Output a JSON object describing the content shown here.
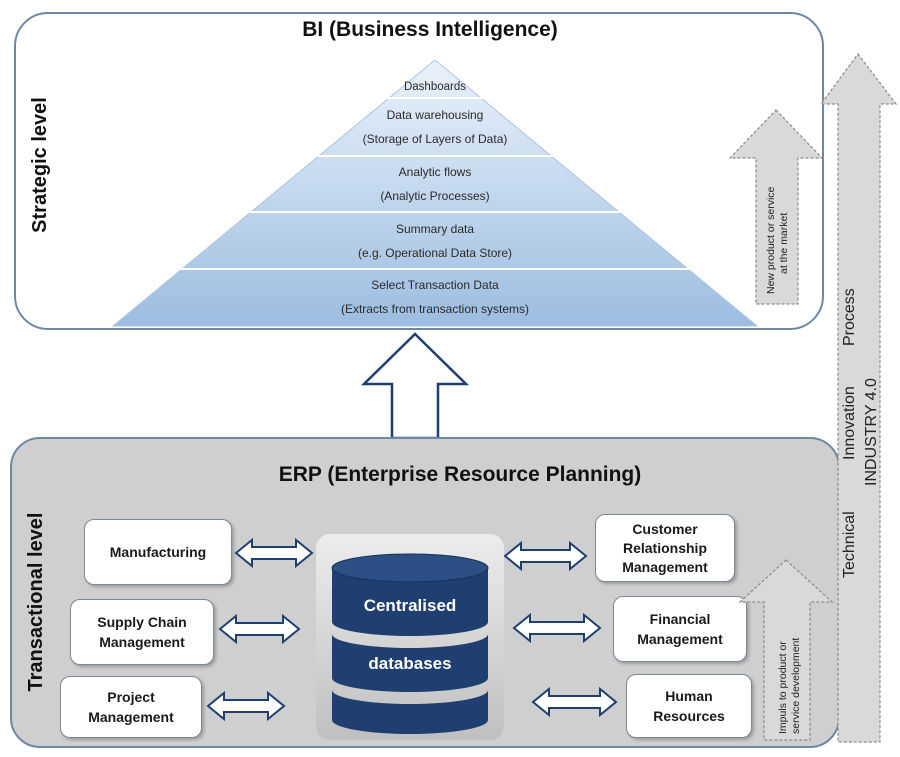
{
  "bi": {
    "title": "BI (Business Intelligence)",
    "level_label": "Strategic level",
    "pyramid": [
      {
        "line1": "Dashboards",
        "line2": ""
      },
      {
        "line1": "Data warehousing",
        "line2": "(Storage of Layers of Data)"
      },
      {
        "line1": "Analytic flows",
        "line2": "(Analytic Processes)"
      },
      {
        "line1": "Summary data",
        "line2": "(e.g. Operational Data Store)"
      },
      {
        "line1": "Select Transaction Data",
        "line2": "(Extracts from transaction systems)"
      }
    ],
    "side_arrow_line1": "New product or service",
    "side_arrow_line2": "at the market"
  },
  "erp": {
    "title": "ERP (Enterprise Resource Planning)",
    "level_label": "Transactional level",
    "database_line1": "Centralised",
    "database_line2": "databases",
    "left_boxes": [
      {
        "line1": "Manufacturing",
        "line2": ""
      },
      {
        "line1": "Supply Chain",
        "line2": "Management"
      },
      {
        "line1": "Project",
        "line2": "Management"
      }
    ],
    "right_boxes": [
      {
        "line1": "Customer",
        "line2": "Relationship",
        "line3": "Management"
      },
      {
        "line1": "Financial",
        "line2": "Management",
        "line3": ""
      },
      {
        "line1": "Human",
        "line2": "Resources",
        "line3": ""
      }
    ],
    "side_arrow_line1": "Impuls to product or",
    "side_arrow_line2": "service development"
  },
  "industry": {
    "words": [
      "Technical",
      "Innovation",
      "Process"
    ],
    "label": "INDUSTRY 4.0"
  },
  "colors": {
    "pyramid_light": "#d7e6f5",
    "pyramid_dark": "#9fc0e2",
    "database": "#1f3f70",
    "erp_fill": "#cfcfcf",
    "border": "#6f87a6",
    "arrow_fill": "#d9d9d9"
  }
}
